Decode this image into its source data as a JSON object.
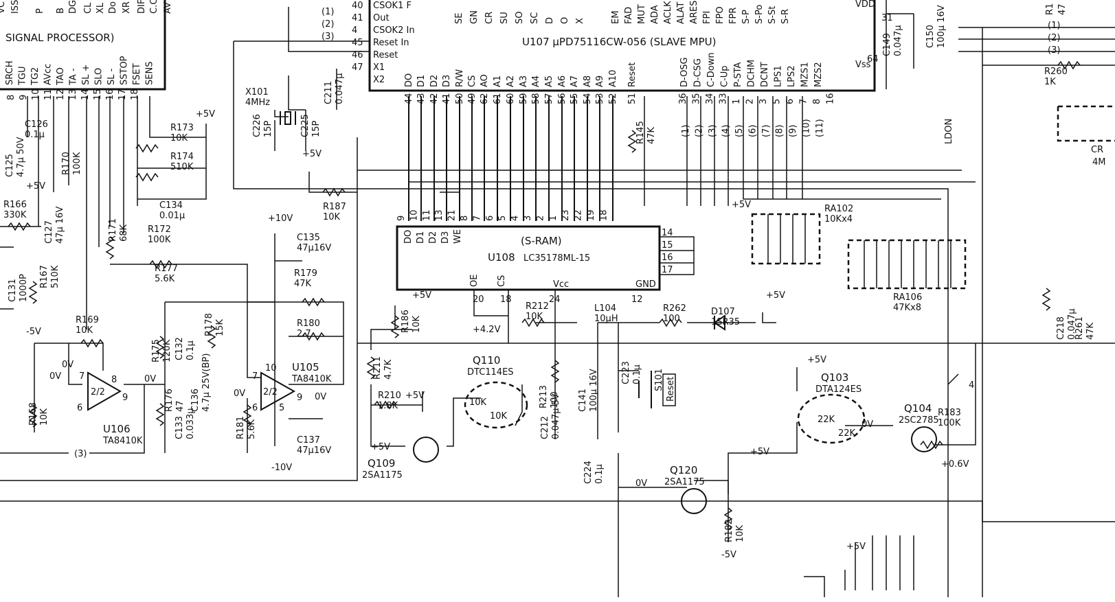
{
  "top_left": {
    "title": "SIGNAL PROCESSOR)",
    "pins": [
      "SRCH",
      "TGU",
      "TG2",
      "AVcc",
      "TAO",
      "TA -",
      "SL +",
      "SLO",
      "SL -",
      "SSTOP",
      "FSET",
      "SENS"
    ],
    "pin_numbers": [
      "8",
      "9",
      "10",
      "11",
      "12",
      "13",
      "14",
      "15",
      "16",
      "17",
      "18"
    ],
    "cut_labels": [
      "VC",
      "ISS",
      "P",
      "B",
      "DGN",
      "CL",
      "XL",
      "Do",
      "XR",
      "DIF",
      "C.C",
      "AV"
    ]
  },
  "u107": {
    "name": "U107  μPD75116CW-056  (SLAVE MPU)",
    "left_pins": [
      "CSOK1 F",
      "Out",
      "CSOK2 In",
      "Reset In",
      "Reset",
      "X1",
      "X2"
    ],
    "left_pin_numbers": [
      "40",
      "41",
      "4",
      "45",
      "46",
      "47"
    ],
    "bottom_pins": [
      "DO",
      "D1",
      "D2",
      "D3",
      "R/W",
      "CS",
      "AO",
      "A1",
      "A2",
      "A3",
      "A4",
      "A5",
      "A6",
      "A7",
      "A8",
      "A9",
      "A10",
      "Reset"
    ],
    "bottom_pin_numbers": [
      "44",
      "43",
      "42",
      "41",
      "50",
      "49",
      "62",
      "61",
      "60",
      "59",
      "58",
      "57",
      "56",
      "55",
      "54",
      "53",
      "52",
      "51"
    ],
    "right_pins": [
      "D-OSG",
      "D-CSG",
      "C-Down",
      "C-Up",
      "P-STA",
      "DCHM",
      "DCNT",
      "LPS1",
      "LPS2",
      "MZS1",
      "MZS2"
    ],
    "right_pin_numbers": [
      "36",
      "35",
      "34",
      "33",
      "1",
      "2",
      "3",
      "5",
      "6",
      "7",
      "8",
      "16"
    ],
    "top_labels": [
      "SE",
      "GN",
      "CR",
      "SU",
      "SO",
      "SC",
      "D",
      "O",
      "X",
      "EM",
      "FAD",
      "MUT",
      "ADA",
      "ACLK",
      "ALAT",
      "ARES",
      "FPI",
      "FPO",
      "FPR",
      "S-P",
      "S-Po",
      "S-St",
      "S-R"
    ],
    "vdd": "VDD",
    "vss": "Vss",
    "pin31": "31",
    "pin64": "64"
  },
  "u108": {
    "title": "(S-RAM)",
    "name": "U108",
    "part": "LC35178ML-15",
    "top_pins": [
      "DO",
      "D1",
      "D2",
      "D3",
      "WE"
    ],
    "bottom_pins": [
      "OE",
      "CS",
      "Vcc",
      "GND"
    ],
    "top_pin_numbers": [
      "9",
      "10",
      "11",
      "13",
      "21",
      "8",
      "7",
      "6",
      "5",
      "4",
      "3",
      "2",
      "1",
      "23",
      "22",
      "19",
      "18"
    ],
    "bottom_pin_numbers": [
      "20",
      "18",
      "24",
      "12"
    ],
    "right_pin_numbers": [
      "14",
      "15",
      "16",
      "17"
    ]
  },
  "bus_numbers": [
    "1",
    "2",
    "3",
    "4",
    "5",
    "6",
    "7",
    "8",
    "9",
    "10",
    "11"
  ],
  "signals": {
    "c_in": [
      "(1)",
      "(2)",
      "(3)"
    ],
    "c_out": [
      "(1)",
      "(2)",
      "(3)"
    ],
    "c3_left": "(3)"
  },
  "components": [
    {
      "ref": "C126",
      "value": "0.1μ"
    },
    {
      "ref": "C125",
      "value": "4.7μ 50V"
    },
    {
      "ref": "R170",
      "value": "100K"
    },
    {
      "ref": "R173",
      "value": "10K"
    },
    {
      "ref": "R174",
      "value": "510K"
    },
    {
      "ref": "C134",
      "value": "0.01μ"
    },
    {
      "ref": "R166",
      "value": "330K"
    },
    {
      "ref": "C127",
      "value": "47μ 16V"
    },
    {
      "ref": "R171",
      "value": "68K"
    },
    {
      "ref": "R172",
      "value": "100K"
    },
    {
      "ref": "R177",
      "value": "5.6K"
    },
    {
      "ref": "C131",
      "value": "1000P"
    },
    {
      "ref": "R167",
      "value": "510K"
    },
    {
      "ref": "R169",
      "value": "10K"
    },
    {
      "ref": "R175",
      "value": "120K"
    },
    {
      "ref": "C132",
      "value": "0.1μ"
    },
    {
      "ref": "R178",
      "value": "15K"
    },
    {
      "ref": "C136",
      "value": "4.7μ 25V(BP)"
    },
    {
      "ref": "R176",
      "value": "47"
    },
    {
      "ref": "C133",
      "value": "0.033μ"
    },
    {
      "ref": "R168",
      "value": "10K"
    },
    {
      "ref": "R181",
      "value": "5.6K"
    },
    {
      "ref": "C135",
      "value": "47μ16V"
    },
    {
      "ref": "R179",
      "value": "47K"
    },
    {
      "ref": "R180",
      "value": "2.7"
    },
    {
      "ref": "C137",
      "value": "47μ16V"
    },
    {
      "ref": "X101",
      "value": "4MHz"
    },
    {
      "ref": "C226",
      "value": "15P"
    },
    {
      "ref": "C225",
      "value": "15P"
    },
    {
      "ref": "C211",
      "value": "0.047μ"
    },
    {
      "ref": "R187",
      "value": "10K"
    },
    {
      "ref": "R145",
      "value": "47K"
    },
    {
      "ref": "C149",
      "value": "0.047μ"
    },
    {
      "ref": "C150",
      "value": "100μ 16V"
    },
    {
      "ref": "R260",
      "value": "1K"
    },
    {
      "ref": "RA102",
      "value": "10Kx4"
    },
    {
      "ref": "RA106",
      "value": "47Kx8"
    },
    {
      "ref": "C218",
      "value": "0.047μ"
    },
    {
      "ref": "R261",
      "value": "47K"
    },
    {
      "ref": "R186",
      "value": "10K"
    },
    {
      "ref": "R212",
      "value": "10K"
    },
    {
      "ref": "L104",
      "value": "10μH"
    },
    {
      "ref": "R262",
      "value": "100"
    },
    {
      "ref": "D107",
      "value": "1SR35"
    },
    {
      "ref": "R211",
      "value": "4.7K"
    },
    {
      "ref": "R210",
      "value": "1.8K"
    },
    {
      "ref": "R213",
      "value": "100"
    },
    {
      "ref": "C212",
      "value": "0.047μ 5V"
    },
    {
      "ref": "C141",
      "value": "100μ 16V"
    },
    {
      "ref": "C223",
      "value": "0.1μ"
    },
    {
      "ref": "C224",
      "value": "0.1μ"
    },
    {
      "ref": "R182",
      "value": "10K"
    },
    {
      "ref": "R183",
      "value": "100K"
    }
  ],
  "transistors": [
    {
      "ref": "Q110",
      "part": "DTC114ES",
      "r1": "10K",
      "r2": "10K"
    },
    {
      "ref": "Q109",
      "part": "2SA1175"
    },
    {
      "ref": "Q120",
      "part": "2SA1175"
    },
    {
      "ref": "Q103",
      "part": "DTA124ES",
      "r1": "22K",
      "r2": "22K"
    },
    {
      "ref": "Q104",
      "part": "2SC2785"
    }
  ],
  "opamps": [
    {
      "ref": "U106",
      "part": "TA8410K",
      "unit": "2/2",
      "pins": [
        "7",
        "6",
        "8",
        "9"
      ]
    },
    {
      "ref": "U105",
      "part": "TA8410K",
      "unit": "2/2",
      "pins": [
        "7",
        "6",
        "10",
        "5",
        "9"
      ]
    }
  ],
  "switch": {
    "ref": "S101",
    "label": "Reset"
  },
  "rails": {
    "p5": "+5V",
    "m5": "-5V",
    "p10": "+10V",
    "m10": "-10V",
    "zero": "0V",
    "v42": "+4.2V",
    "v06": "+0.6V",
    "four": "4"
  },
  "right_labels": [
    "R1",
    "47",
    "LDON",
    "CR",
    "4M"
  ]
}
